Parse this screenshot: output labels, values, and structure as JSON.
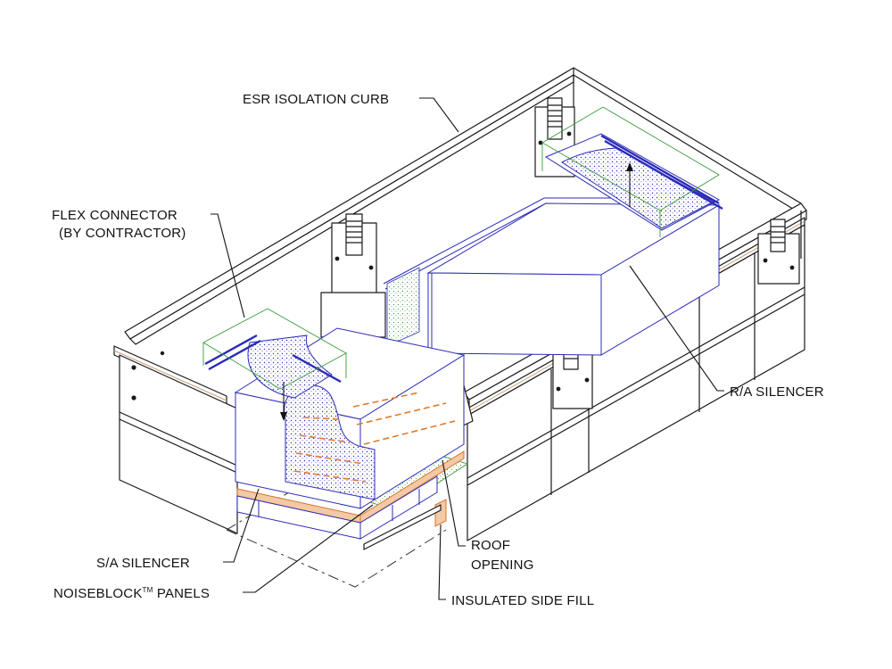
{
  "callouts": {
    "esr_curb": "ESR ISOLATION CURB",
    "flex_line1": "FLEX CONNECTOR",
    "flex_line2": "(BY CONTRACTOR)",
    "ra_silencer": "R/A SILENCER",
    "sa_silencer": "S/A SILENCER",
    "noiseblock": "NOISEBLOCK",
    "noiseblock_tm": "TM",
    "noiseblock_suffix": " PANELS",
    "roof_line1": "ROOF",
    "roof_line2": "OPENING",
    "side_fill": "INSULATED SIDE FILL"
  },
  "colors": {
    "outline": "#1a1a1a",
    "silencer_blue": "#2b2bb8",
    "flex_green": "#3a9a3a",
    "insulation_orange": "#e07a2a",
    "dot_fill": "#2b2bb8"
  }
}
